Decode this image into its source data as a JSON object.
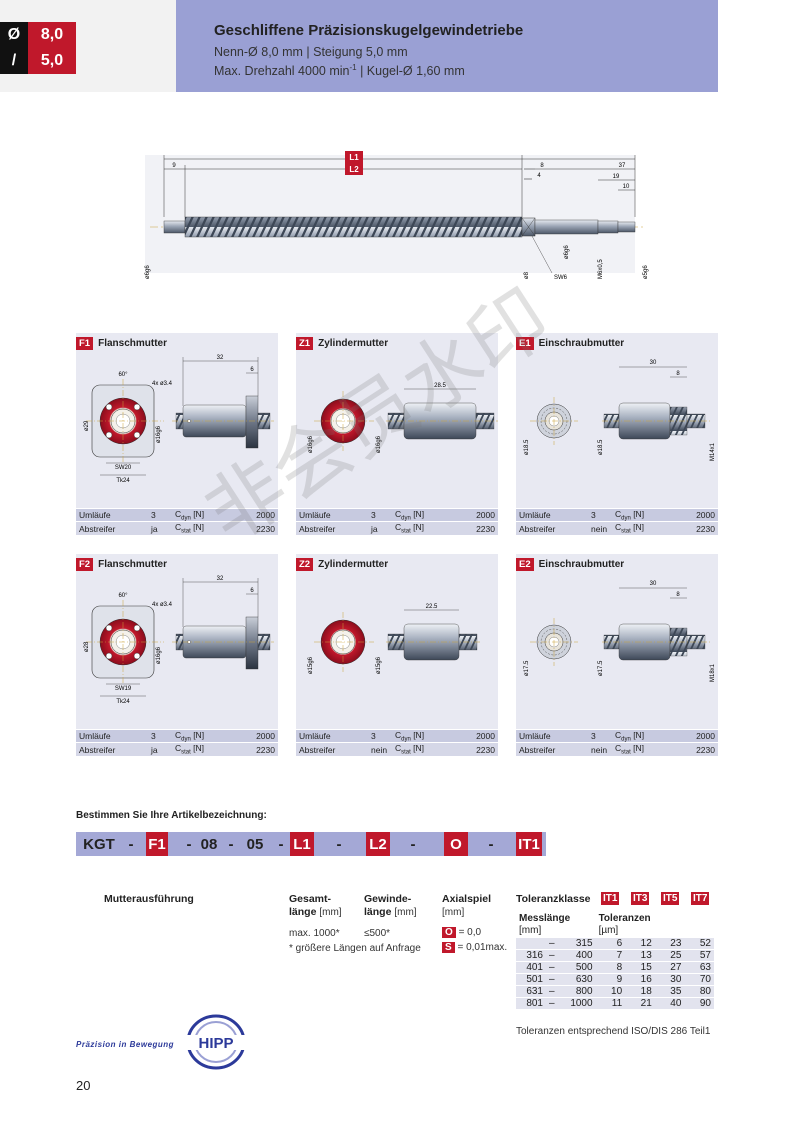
{
  "header": {
    "diameter_symbol": "Ø",
    "diameter_value": "8,0",
    "pitch_symbol": "/",
    "pitch_value": "5,0",
    "title": "Geschliffene Präzisionskugelgewindetriebe",
    "line1": "Nenn-Ø 8,0 mm  |  Steigung 5,0 mm",
    "line2_a": "Max. Drehzahl 4000 min",
    "line2_sup": "-1",
    "line2_b": "  |  Kugel-Ø 1,60 mm"
  },
  "drawing": {
    "L1": "L1",
    "L2": "L2",
    "dim_9": "9",
    "dim_8": "8",
    "dim_4": "4",
    "dim_37": "37",
    "dim_19": "19",
    "dim_10": "10",
    "lbl_d6g6_left": "ø6g6",
    "lbl_d8": "ø8",
    "lbl_d6g6": "ø6g6",
    "lbl_m6": "M6x0,5",
    "lbl_d5g6": "ø5g6",
    "lbl_sw6": "SW6"
  },
  "panels": [
    {
      "tag": "F1",
      "title": "Flanschmutter",
      "labels": {
        "dim_top": "32",
        "dim_small": "6",
        "angle": "60°",
        "holes": "4x ø3.4",
        "dia_outer": "ø29",
        "dia_body": "ø16g6",
        "sw": "SW20",
        "tk": "Tk24"
      },
      "rows": [
        {
          "k": "Umläufe",
          "v": "3",
          "c": "C",
          "csub": "dyn",
          "cu": " [N]",
          "n": "2000"
        },
        {
          "k": "Abstreifer",
          "v": "ja",
          "c": "C",
          "csub": "stat",
          "cu": " [N]",
          "n": "2230"
        }
      ]
    },
    {
      "tag": "Z1",
      "title": "Zylindermutter",
      "labels": {
        "dim_top": "28.5",
        "dia_front": "ø16g6",
        "dia_side": "ø16g6"
      },
      "rows": [
        {
          "k": "Umläufe",
          "v": "3",
          "c": "C",
          "csub": "dyn",
          "cu": " [N]",
          "n": "2000"
        },
        {
          "k": "Abstreifer",
          "v": "ja",
          "c": "C",
          "csub": "stat",
          "cu": " [N]",
          "n": "2230"
        }
      ]
    },
    {
      "tag": "E1",
      "title": "Einschraubmutter",
      "labels": {
        "dim_top": "30",
        "dim_small": "8",
        "dia_front": "ø18.5",
        "dia_side": "ø18.5",
        "thread": "M14x1"
      },
      "rows": [
        {
          "k": "Umläufe",
          "v": "3",
          "c": "C",
          "csub": "dyn",
          "cu": " [N]",
          "n": "2000"
        },
        {
          "k": "Abstreifer",
          "v": "nein",
          "c": "C",
          "csub": "stat",
          "cu": " [N]",
          "n": "2230"
        }
      ]
    },
    {
      "tag": "F2",
      "title": "Flanschmutter",
      "labels": {
        "dim_top": "32",
        "dim_small": "6",
        "angle": "60°",
        "holes": "4x ø3.4",
        "dia_outer": "ø28",
        "dia_body": "ø16g6",
        "sw": "SW19",
        "tk": "Tk24"
      },
      "rows": [
        {
          "k": "Umläufe",
          "v": "3",
          "c": "C",
          "csub": "dyn",
          "cu": " [N]",
          "n": "2000"
        },
        {
          "k": "Abstreifer",
          "v": "ja",
          "c": "C",
          "csub": "stat",
          "cu": " [N]",
          "n": "2230"
        }
      ]
    },
    {
      "tag": "Z2",
      "title": "Zylindermutter",
      "labels": {
        "dim_top": "22.5",
        "dia_front": "ø15g6",
        "dia_side": "ø15g6"
      },
      "rows": [
        {
          "k": "Umläufe",
          "v": "3",
          "c": "C",
          "csub": "dyn",
          "cu": " [N]",
          "n": "2000"
        },
        {
          "k": "Abstreifer",
          "v": "nein",
          "c": "C",
          "csub": "stat",
          "cu": " [N]",
          "n": "2230"
        }
      ]
    },
    {
      "tag": "E2",
      "title": "Einschraubmutter",
      "labels": {
        "dim_top": "30",
        "dim_small": "8",
        "dia_front": "ø17.5",
        "dia_side": "ø17.5",
        "thread": "M18x1"
      },
      "rows": [
        {
          "k": "Umläufe",
          "v": "3",
          "c": "C",
          "csub": "dyn",
          "cu": " [N]",
          "n": "2000"
        },
        {
          "k": "Abstreifer",
          "v": "nein",
          "c": "C",
          "csub": "stat",
          "cu": " [N]",
          "n": "2230"
        }
      ]
    }
  ],
  "watermark": "非会员水印",
  "order": {
    "title": "Bestimmen Sie Ihre Artikelbezeichnung:",
    "segments": [
      "KGT",
      "-",
      "F1",
      "-",
      "08",
      "-",
      "05",
      "-",
      "L1",
      "-",
      "L2",
      "-",
      "O",
      "-",
      "IT1"
    ],
    "mutter_label": "Mutterausführung",
    "gesamt_label_b": "Gesamt-",
    "gesamt_label2_b": "länge",
    "gesamt_unit": "[mm]",
    "gesamt_val": "max. 1000*",
    "gesamt_note": "* größere Längen auf Anfrage",
    "gewinde_label_b": "Gewinde-",
    "gewinde_label2_b": "länge",
    "gewinde_unit": "[mm]",
    "gewinde_val": "≤500*",
    "axial_label": "Axialspiel",
    "axial_unit": "[mm]",
    "axial_o": "O",
    "axial_o_val": "= 0,0",
    "axial_s": "S",
    "axial_s_val": "= 0,01max.",
    "tol_label": "Toleranzklasse",
    "tol_classes": [
      "IT1",
      "IT3",
      "IT5",
      "IT7"
    ],
    "tol_head1": "Messlänge",
    "tol_head1_unit": "[mm]",
    "tol_head2": "Toleranzen",
    "tol_head2_unit": "[µm]",
    "tol_rows": [
      {
        "from": "",
        "to": "315",
        "v": [
          "6",
          "12",
          "23",
          "52"
        ]
      },
      {
        "from": "316",
        "to": "400",
        "v": [
          "7",
          "13",
          "25",
          "57"
        ]
      },
      {
        "from": "401",
        "to": "500",
        "v": [
          "8",
          "15",
          "27",
          "63"
        ]
      },
      {
        "from": "501",
        "to": "630",
        "v": [
          "9",
          "16",
          "30",
          "70"
        ]
      },
      {
        "from": "631",
        "to": "800",
        "v": [
          "10",
          "18",
          "35",
          "80"
        ]
      },
      {
        "from": "801",
        "to": "1000",
        "v": [
          "11",
          "21",
          "40",
          "90"
        ]
      }
    ],
    "tol_note": "Toleranzen entsprechend ISO/DIS 286 Teil1"
  },
  "footer": {
    "slogan": "Präzision in Bewegung",
    "logo_text": "HIPP",
    "page": "20"
  },
  "colors": {
    "accent": "#c0182b",
    "header_bg": "#9aa0d4",
    "order_bar": "#a4a8d6",
    "panel_bg": "#e8e9f2"
  }
}
